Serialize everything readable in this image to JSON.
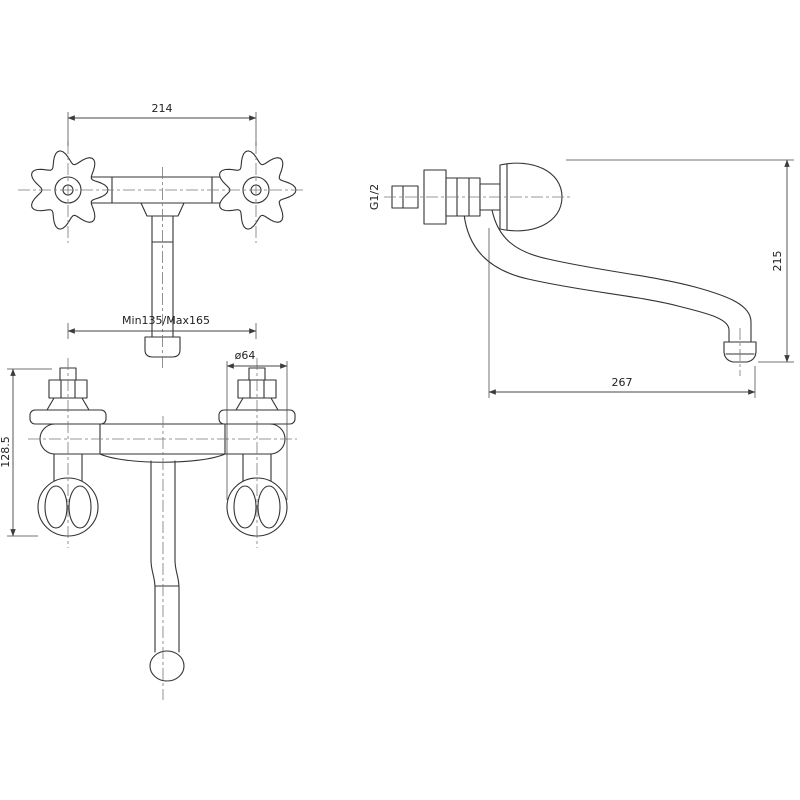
{
  "dimensions": {
    "front_width": "214",
    "connection_range": "Min135/Max165",
    "handle_diameter": "ø64",
    "body_height": "128.5",
    "thread_size": "G1/2",
    "total_height": "215",
    "spout_reach": "267"
  }
}
